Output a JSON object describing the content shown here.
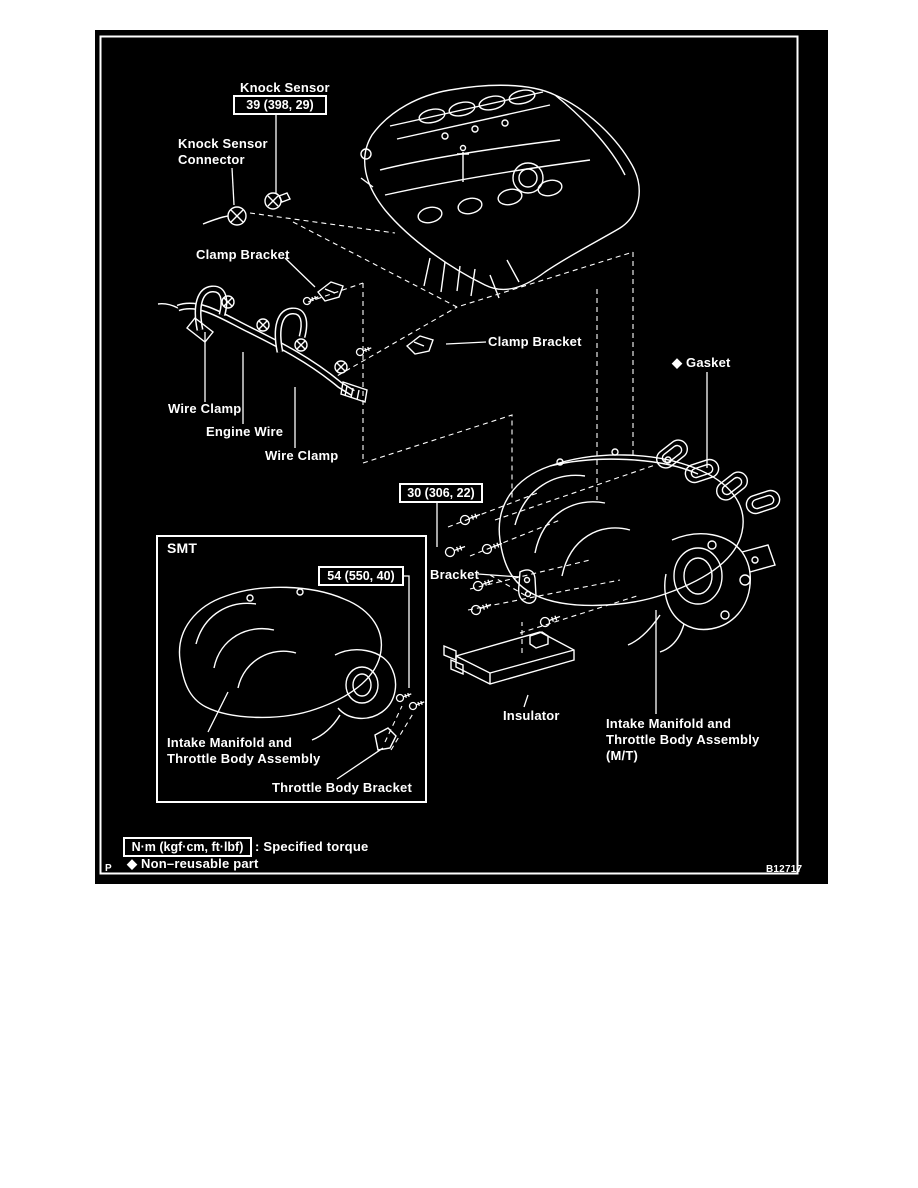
{
  "diagram": {
    "bg_color": "#000000",
    "line_color": "#ffffff",
    "labels": {
      "knock_sensor": "Knock Sensor",
      "knock_sensor_connector_line1": "Knock Sensor",
      "knock_sensor_connector_line2": "Connector",
      "clamp_bracket_left": "Clamp Bracket",
      "clamp_bracket_right": "Clamp Bracket",
      "wire_clamp_left": "Wire Clamp",
      "engine_wire": "Engine Wire",
      "wire_clamp_right": "Wire Clamp",
      "gasket_marker": "◆",
      "gasket": "Gasket",
      "bracket": "Bracket",
      "insulator": "Insulator",
      "intake_manifold_smt_line1": "Intake Manifold and",
      "intake_manifold_smt_line2": "Throttle Body Assembly",
      "throttle_body_bracket": "Throttle Body Bracket",
      "intake_manifold_mt_line1": "Intake Manifold and",
      "intake_manifold_mt_line2": "Throttle Body Assembly",
      "intake_manifold_mt_line3": "(M/T)"
    },
    "torque": {
      "knock_sensor": "39 (398, 29)",
      "manifold": "30 (306, 22)",
      "smt_bracket": "54 (550, 40)"
    },
    "inset_title": "SMT",
    "legend": {
      "torque_unit": "N·m (kgf·cm, ft·lbf)",
      "torque_desc": ": Specified torque",
      "non_reusable_marker": "◆",
      "non_reusable_text": "Non–reusable part"
    },
    "footer": {
      "page_mark": "P",
      "figure_code": "B12717"
    }
  }
}
